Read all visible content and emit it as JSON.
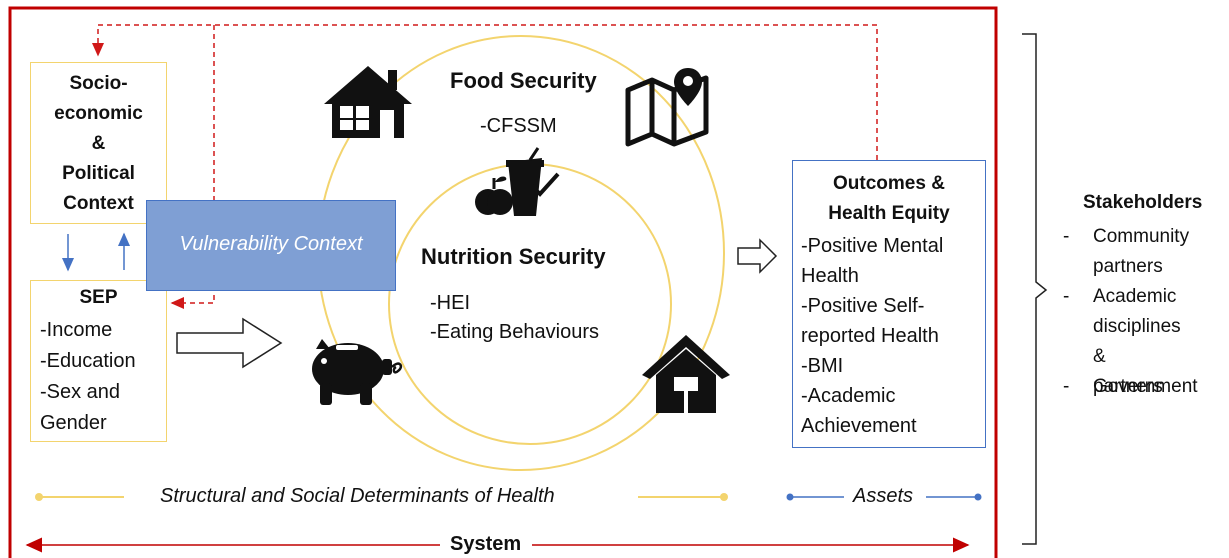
{
  "socio_box": {
    "lines": [
      "Socio-",
      "economic",
      "&",
      "Political",
      "Context"
    ]
  },
  "vulnerability": {
    "label": "Vulnerability Context"
  },
  "sep_box": {
    "title": "SEP",
    "items": [
      "-Income",
      "-Education",
      "-Sex and",
      "Gender"
    ]
  },
  "food_security": {
    "title": "Food Security",
    "measure": "-CFSSM"
  },
  "nutrition_security": {
    "title": "Nutrition Security",
    "items": [
      "-HEI",
      "-Eating Behaviours"
    ]
  },
  "outcomes_box": {
    "title_lines": [
      "Outcomes &",
      "Health Equity"
    ],
    "items": [
      "-Positive Mental",
      "Health",
      "-Positive Self-",
      "reported Health",
      "-BMI",
      "-Academic",
      "Achievement"
    ]
  },
  "stakeholders": {
    "title": "Stakeholders",
    "items": [
      {
        "dash": "-",
        "lines": [
          "Community",
          "partners"
        ]
      },
      {
        "dash": "-",
        "lines": [
          "Academic",
          "disciplines &",
          "partners"
        ]
      },
      {
        "dash": "-",
        "lines": [
          "Government"
        ]
      }
    ]
  },
  "bottom": {
    "determinants": "Structural and Social Determinants of Health",
    "assets": "Assets",
    "system": "System"
  },
  "icons": [
    "house-icon",
    "map-pin-icon",
    "nutrition-apple-icon",
    "piggy-bank-icon",
    "shelter-house-icon"
  ],
  "colors": {
    "frame": "#c00000",
    "dashed_arrow": "#d01818",
    "circle": "#f3d46e",
    "box_yellow": "#f3d46e",
    "box_blue": "#4472c4",
    "vulnerability_fill": "#7f9fd4",
    "arrow_blue": "#4472c4",
    "assets_line": "#4472c4"
  }
}
